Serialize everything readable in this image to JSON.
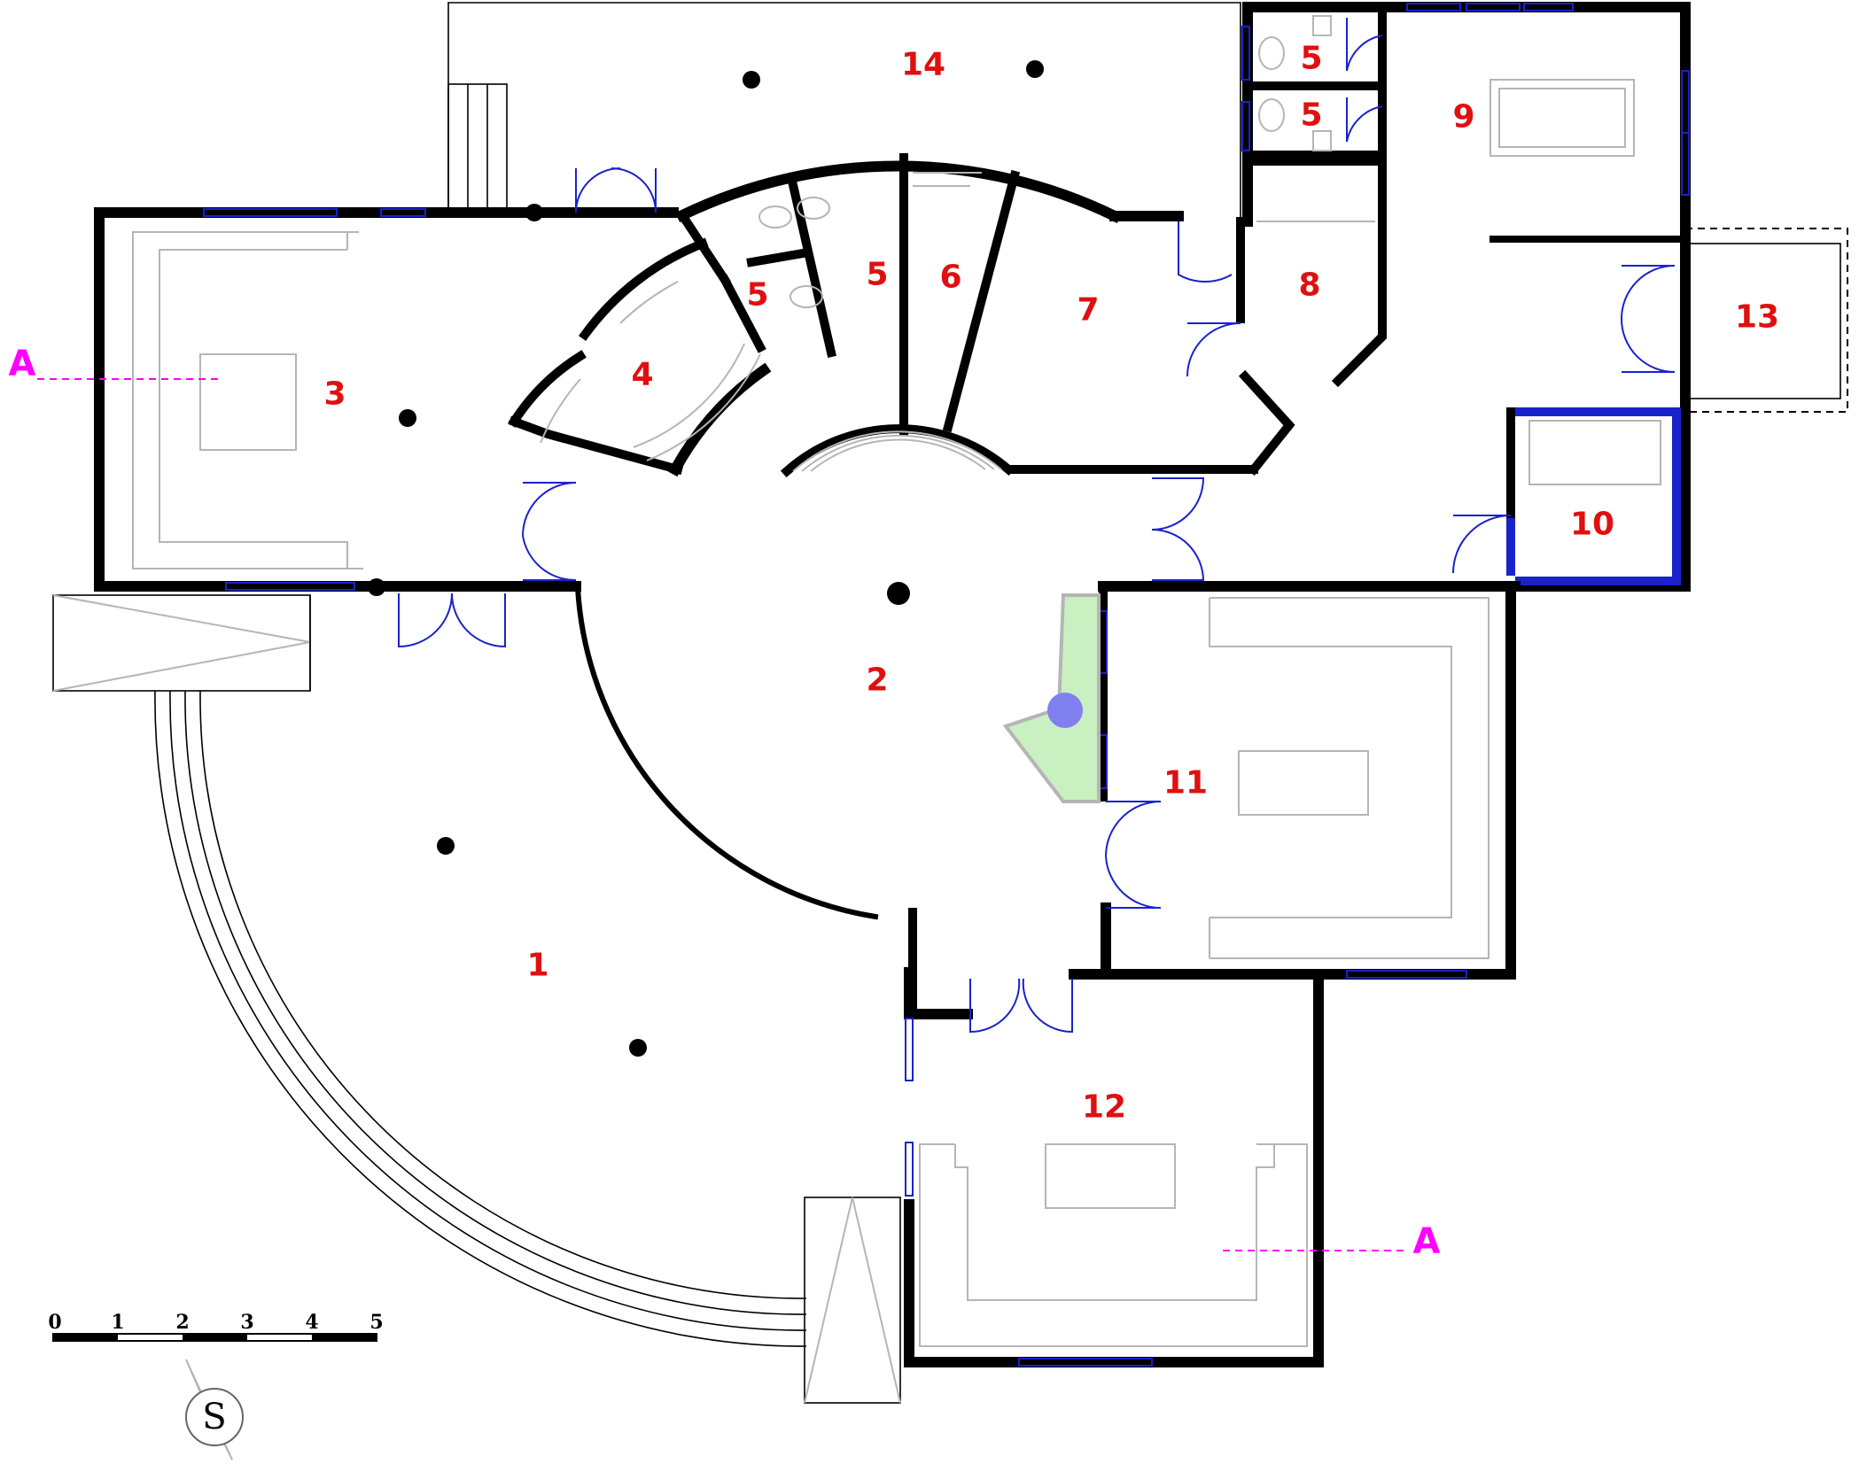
{
  "colors": {
    "wall": "#000000",
    "door_window": "#1a22cc",
    "room_label": "#e01010",
    "section_marker": "#ff00ff",
    "furniture": "#b5b5b5",
    "planter_fill": "#c9f0c0",
    "fountain": "#8080ee"
  },
  "rooms": [
    {
      "id": "1",
      "label": "1"
    },
    {
      "id": "2",
      "label": "2"
    },
    {
      "id": "3",
      "label": "3"
    },
    {
      "id": "4",
      "label": "4"
    },
    {
      "id": "5a",
      "label": "5"
    },
    {
      "id": "5b",
      "label": "5"
    },
    {
      "id": "5c",
      "label": "5"
    },
    {
      "id": "5d",
      "label": "5"
    },
    {
      "id": "6",
      "label": "6"
    },
    {
      "id": "7",
      "label": "7"
    },
    {
      "id": "8",
      "label": "8"
    },
    {
      "id": "9",
      "label": "9"
    },
    {
      "id": "10",
      "label": "10"
    },
    {
      "id": "11",
      "label": "11"
    },
    {
      "id": "12",
      "label": "12"
    },
    {
      "id": "13",
      "label": "13"
    },
    {
      "id": "14",
      "label": "14"
    }
  ],
  "section_markers": [
    {
      "label": "A"
    },
    {
      "label": "A"
    }
  ],
  "scale_bar": {
    "ticks": [
      "0",
      "1",
      "2",
      "3",
      "4",
      "5"
    ]
  },
  "compass": {
    "letter": "S",
    "icon": "compass-icon"
  }
}
